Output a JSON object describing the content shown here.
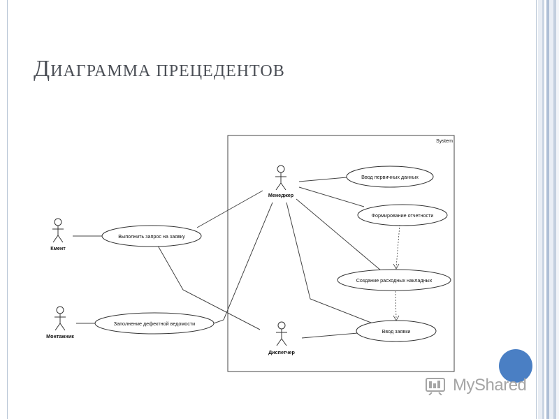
{
  "slide": {
    "title_first": "Д",
    "title_rest": "ИАГРАММА ПРЕЦЕДЕНТОВ"
  },
  "diagram": {
    "system_label": "System",
    "actors": {
      "manager": "Менеджер",
      "client": "Кмент",
      "installer": "Монтажник",
      "dispatcher": "Диспетчер"
    },
    "use_cases": {
      "request": "Выполнить запрос на заявку",
      "defect": "Заполнение дефектной ведомости",
      "primary": "Ввод первичных данных",
      "report": "Формирование отчетности",
      "invoice": "Создание расходных накладных",
      "order": "Ввод заявки"
    }
  },
  "watermark": {
    "text": "MyShared"
  },
  "colors": {
    "title": "#4b4f56",
    "accent_circle": "#4a7fc4",
    "frame": "#b9c6d6"
  }
}
